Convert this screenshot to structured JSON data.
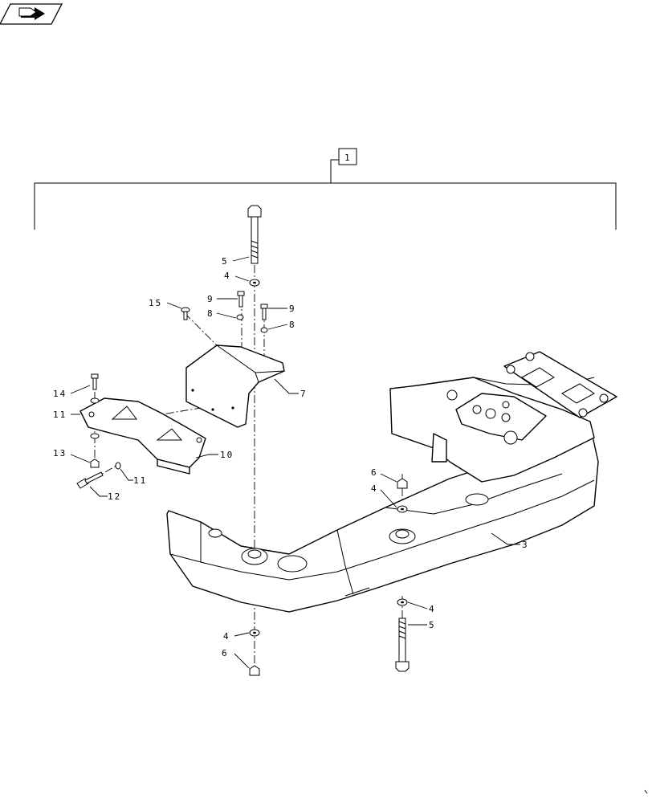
{
  "nav": {
    "icon": "next-page-arrow-icon"
  },
  "assembly_ref": "1",
  "callouts": {
    "c3": "3",
    "c4a": "4",
    "c4b": "4",
    "c4c": "4",
    "c4d": "4",
    "c5a": "5",
    "c5b": "5",
    "c6a": "6",
    "c6b": "6",
    "c7": "7",
    "c8a": "8",
    "c8b": "8",
    "c9a": "9",
    "c9b": "9",
    "c10": "10",
    "c11a": "11",
    "c11b": "11",
    "c12": "12",
    "c13": "13",
    "c14": "14",
    "c15": "15"
  }
}
